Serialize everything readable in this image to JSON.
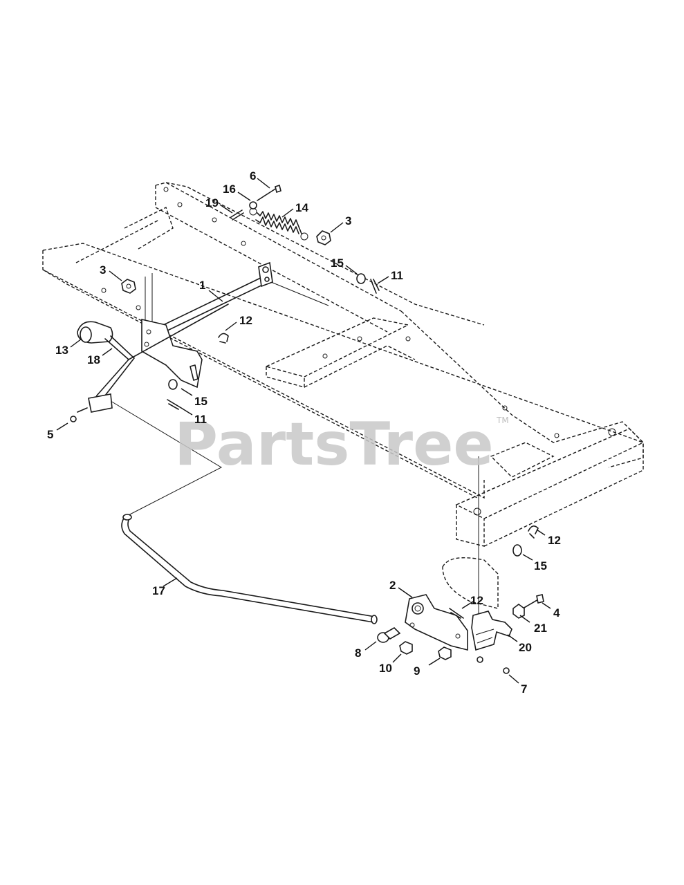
{
  "watermark": {
    "text": "PartsTree",
    "trademark": "TM"
  },
  "callouts": [
    "6",
    "16",
    "19",
    "14",
    "3",
    "15",
    "11",
    "3",
    "1",
    "12",
    "13",
    "18",
    "15",
    "11",
    "5",
    "12",
    "15",
    "17",
    "2",
    "12",
    "4",
    "21",
    "20",
    "8",
    "10",
    "9",
    "7"
  ]
}
